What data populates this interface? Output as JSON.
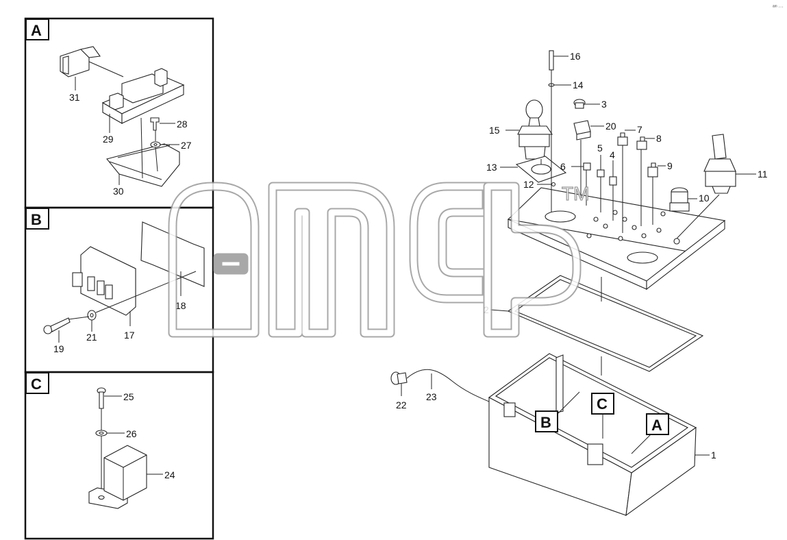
{
  "corner_mark": "ᵃᵐ ···",
  "watermark": {
    "trademark": "TM"
  },
  "insets": [
    {
      "letter": "A",
      "labels": [
        "31",
        "28",
        "29",
        "27",
        "30"
      ]
    },
    {
      "letter": "B",
      "labels": [
        "18",
        "21",
        "17",
        "19"
      ]
    },
    {
      "letter": "C",
      "labels": [
        "25",
        "26",
        "24"
      ]
    }
  ],
  "main_labels": [
    "16",
    "14",
    "3",
    "15",
    "20",
    "7",
    "8",
    "5",
    "4",
    "9",
    "13",
    "6",
    "11",
    "12",
    "10",
    "2",
    "22",
    "23",
    "1"
  ],
  "callouts": [
    "B",
    "C",
    "A"
  ]
}
